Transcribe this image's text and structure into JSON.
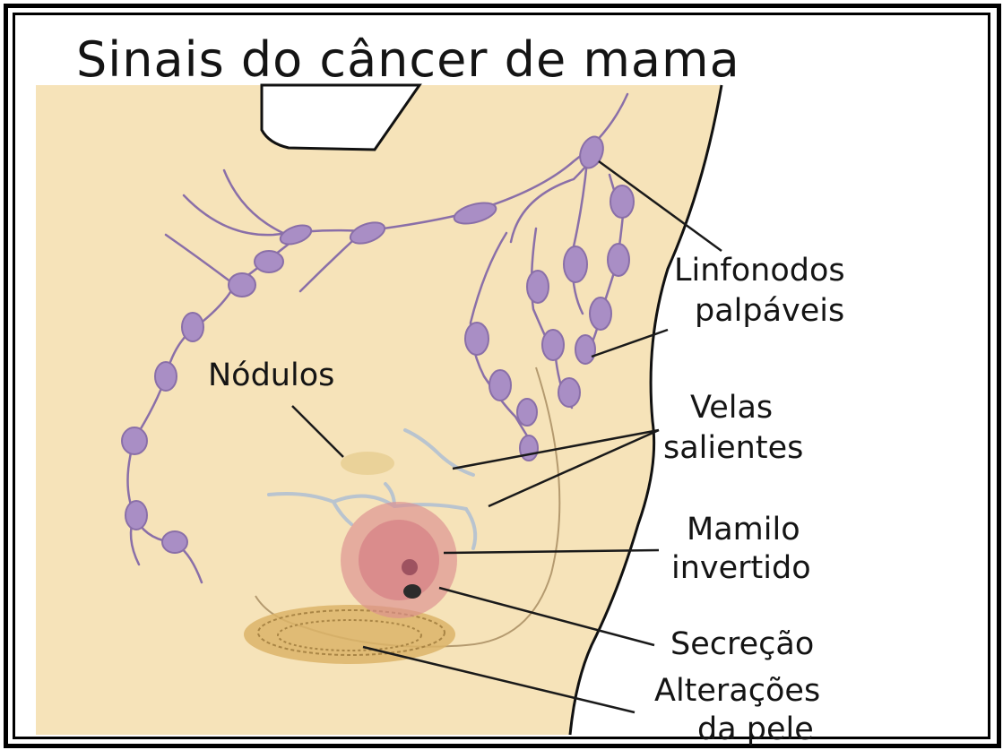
{
  "title": "Sinais do câncer de mama",
  "labels": {
    "nodules": "Nódulos",
    "lymph_line1": "Linfonodos",
    "lymph_line2": "palpáveis",
    "veins_line1": "Velas",
    "veins_line2": "salientes",
    "nipple_line1": "Mamilo",
    "nipple_line2": "invertido",
    "secretion": "Secreção",
    "skin_line1": "Alterações",
    "skin_line2": "da pele"
  },
  "colors": {
    "skin": "#f6e3b9",
    "lymph": "#a98ec5",
    "lymph_stroke": "#8a6fa8",
    "areola": "#dc8f8f",
    "vein": "#b9c4cf",
    "skin_change": "#d8b061",
    "line": "#1a1a1a"
  }
}
